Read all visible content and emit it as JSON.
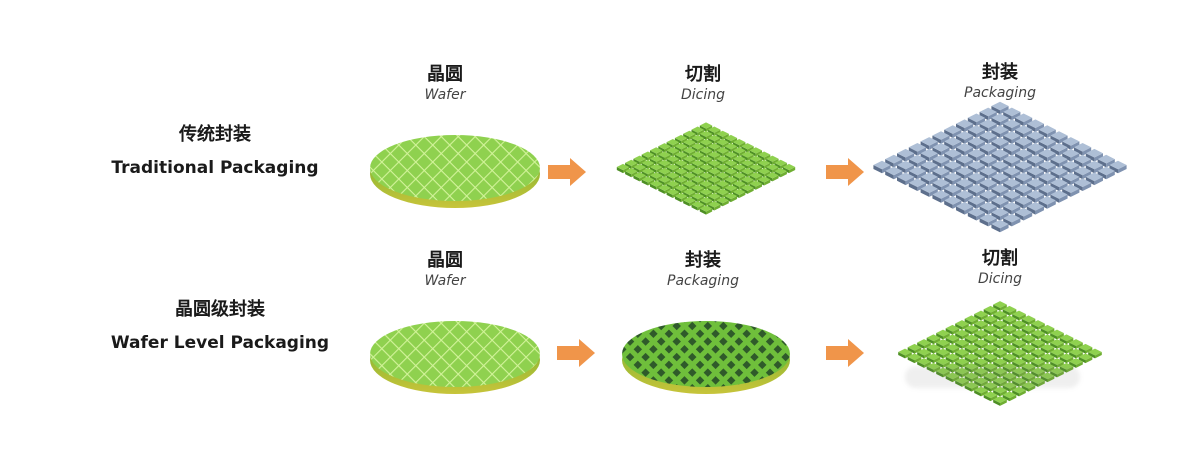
{
  "rows": [
    {
      "label_zh": "传统封装",
      "label_en": "Traditional Packaging",
      "steps": [
        {
          "zh": "晶圆",
          "en": "Wafer"
        },
        {
          "zh": "切割",
          "en": "Dicing"
        },
        {
          "zh": "封装",
          "en": "Packaging"
        }
      ]
    },
    {
      "label_zh": "晶圆级封装",
      "label_en": "Wafer Level Packaging",
      "steps": [
        {
          "zh": "晶圆",
          "en": "Wafer"
        },
        {
          "zh": "封装",
          "en": "Packaging"
        },
        {
          "zh": "切割",
          "en": "Dicing"
        }
      ]
    }
  ],
  "colors": {
    "wafer_green": "#8fd14f",
    "wafer_grid": "#c9ef8a",
    "die_green": "#77c83a",
    "package_blue": "#8fa6c2",
    "arrow_orange": "#f0954a"
  },
  "icons": [
    "right-arrow-icon",
    "right-arrow-icon",
    "right-arrow-icon",
    "right-arrow-icon"
  ]
}
